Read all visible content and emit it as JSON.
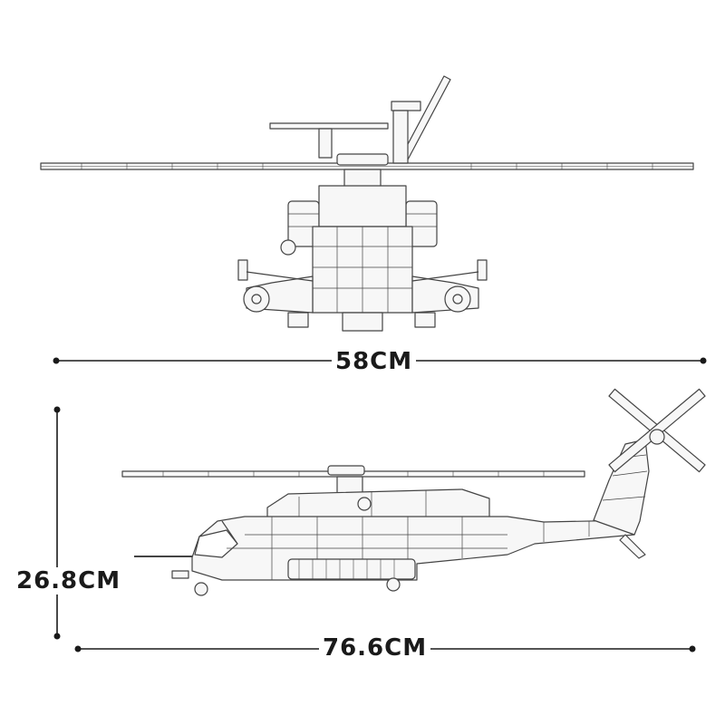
{
  "dimensions": {
    "width_label": "58CM",
    "length_label": "76.6CM",
    "height_label": "26.8CM"
  },
  "colors": {
    "line": "#1a1a1a",
    "outline": "#444444",
    "fill": "#f7f7f7",
    "background": "#ffffff"
  }
}
